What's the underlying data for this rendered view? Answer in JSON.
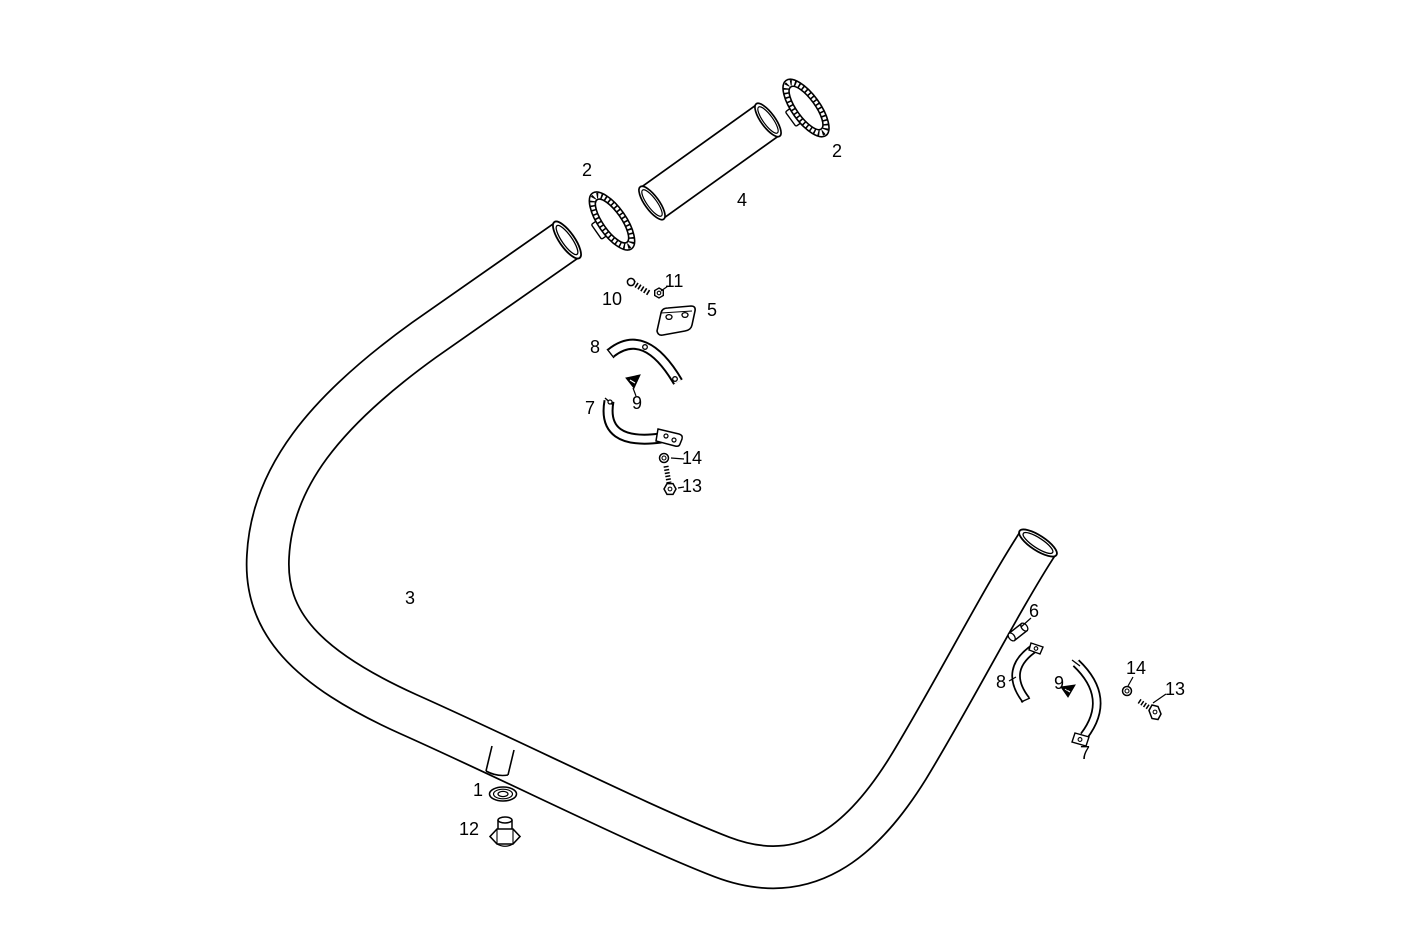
{
  "diagram": {
    "type": "exploded-parts-drawing",
    "colors": {
      "line": "#000000",
      "background": "#ffffff"
    }
  },
  "callouts": [
    {
      "label": "2"
    },
    {
      "label": "4"
    },
    {
      "label": "2"
    },
    {
      "label": "11"
    },
    {
      "label": "10"
    },
    {
      "label": "5"
    },
    {
      "label": "8"
    },
    {
      "label": "9"
    },
    {
      "label": "7"
    },
    {
      "label": "14"
    },
    {
      "label": "13"
    },
    {
      "label": "3"
    },
    {
      "label": "6"
    },
    {
      "label": "8"
    },
    {
      "label": "9"
    },
    {
      "label": "14"
    },
    {
      "label": "13"
    },
    {
      "label": "7"
    },
    {
      "label": "1"
    },
    {
      "label": "12"
    }
  ]
}
